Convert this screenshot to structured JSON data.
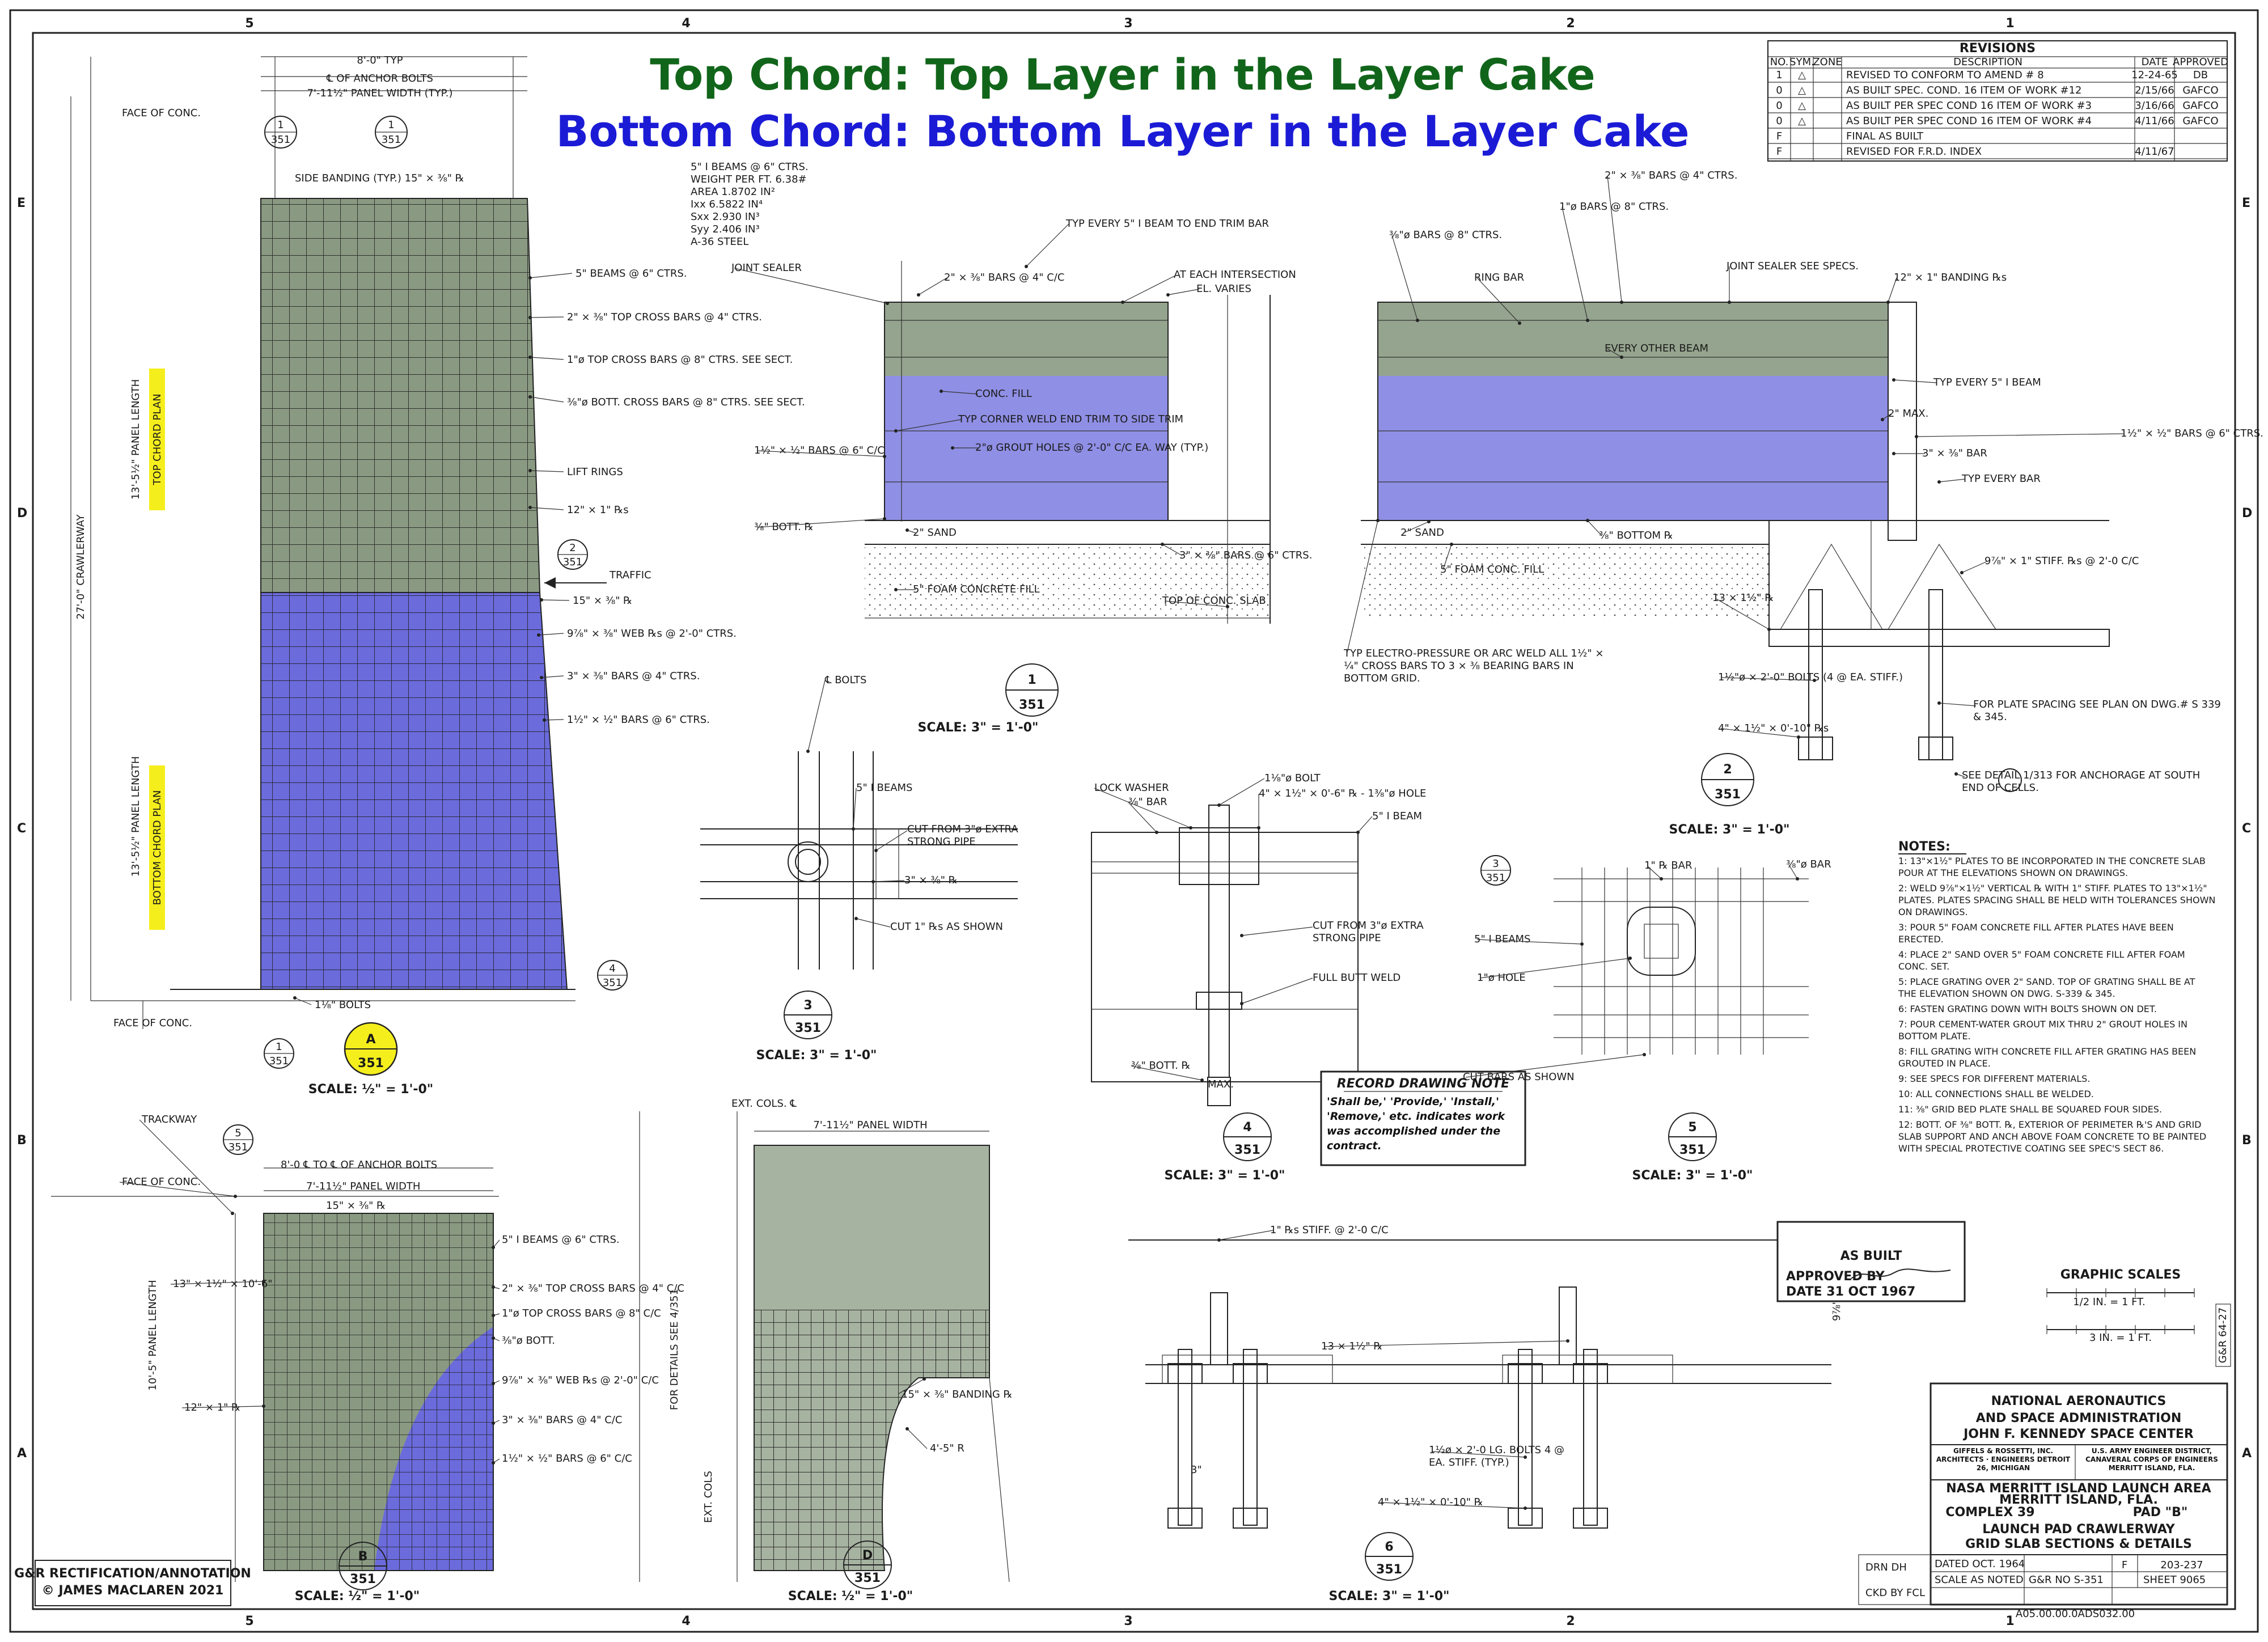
{
  "overlay_titles": {
    "top": "Top Chord: Top Layer in the Layer Cake",
    "bottom": "Bottom Chord: Bottom Layer in the Layer Cake"
  },
  "colors": {
    "top_title": "#11651a",
    "bottom_title": "#1b1bd6",
    "top_chord_fill": "#8a9a82",
    "bottom_chord_fill": "#6b6bdc",
    "highlight": "#f5ee1d",
    "linework": "#222222"
  },
  "zones": {
    "columns": [
      "5",
      "4",
      "3",
      "2",
      "1"
    ],
    "rows": [
      "E",
      "D",
      "C",
      "B",
      "A"
    ]
  },
  "revisions": {
    "title": "REVISIONS",
    "headers": [
      "NO.",
      "SYM.",
      "ZONE",
      "DESCRIPTION",
      "DATE",
      "APPROVED"
    ],
    "rows": [
      {
        "no": "1",
        "sym": "△",
        "desc": "REVISED TO CONFORM TO AMEND # 8",
        "date": "12-24-65",
        "app": "DB"
      },
      {
        "no": "0",
        "sym": "△",
        "desc": "AS BUILT SPEC. COND. 16 ITEM OF WORK #12",
        "date": "2/15/66",
        "app": "GAFCO"
      },
      {
        "no": "0",
        "sym": "△",
        "desc": "AS BUILT PER SPEC COND 16 ITEM OF WORK #3",
        "date": "3/16/66",
        "app": "GAFCO"
      },
      {
        "no": "0",
        "sym": "△",
        "desc": "AS BUILT PER SPEC COND 16 ITEM OF WORK #4",
        "date": "4/11/66",
        "app": "GAFCO"
      },
      {
        "no": "F",
        "sym": "",
        "desc": "FINAL AS BUILT",
        "date": "",
        "app": ""
      },
      {
        "no": "F",
        "sym": "",
        "desc": "REVISED FOR F.R.D. INDEX",
        "date": "4/11/67",
        "app": ""
      }
    ]
  },
  "plan_a": {
    "top_dims": [
      "8'-0\" TYP",
      "℄ OF ANCHOR BOLTS",
      "7'-11½\" PANEL WIDTH (TYP.)"
    ],
    "face_of_conc": "FACE OF CONC.",
    "side_banding": "SIDE BANDING (TYP.) 15\" × ⅜\" ℞",
    "top_chord_label": "TOP CHORD PLAN",
    "bottom_chord_label": "BOTTOM CHORD PLAN",
    "crawlerway": "27'-0\" CRAWLERWAY",
    "top_len": "13'-5½\" PANEL LENGTH",
    "bottom_len": "13'-5½\" PANEL LENGTH",
    "callouts": [
      "5\" BEAMS @ 6\" CTRS.",
      "2\" × ⅜\" TOP CROSS BARS @ 4\" CTRS.",
      "1\"ø TOP CROSS BARS @ 8\" CTRS. SEE SECT.",
      "⅜\"ø BOTT. CROSS BARS @ 8\" CTRS. SEE SECT.",
      "LIFT RINGS",
      "12\" × 1\" ℞s",
      "TRAFFIC",
      "15\" × ⅜\" ℞",
      "9⅞\" × ⅜\" WEB ℞s @ 2'-0\" CTRS.",
      "3\" × ⅜\" BARS @ 4\" CTRS.",
      "1½\" × ½\" BARS @ 6\" CTRS.",
      "1⅛\" BOLTS",
      "FACE OF CONC."
    ],
    "tag": "A",
    "tag_sheet": "351",
    "scale": "SCALE: ½\" = 1'-0\""
  },
  "section_1": {
    "beam_spec": [
      "5\" I BEAMS @ 6\" CTRS.",
      "WEIGHT PER FT. 6.38#",
      "AREA 1.8702 IN²",
      "Ixx 6.5822 IN⁴",
      "Sxx 2.930 IN³",
      "Syy 2.406 IN³",
      "A-36 STEEL"
    ],
    "callouts": [
      "JOINT SEALER",
      "TYP EVERY 5\" I BEAM TO END TRIM BAR",
      "2\" × ⅜\" BARS @ 4\" C/C",
      "AT EACH INTERSECTION",
      "EL. VARIES",
      "CONC. FILL",
      "TYP CORNER WELD END TRIM TO SIDE TRIM",
      "2\"ø GROUT HOLES @ 2'-0\" C/C EA. WAY (TYP.)",
      "1½\" × ½\" BARS @ 6\" C/C",
      "⅜\" BOTT. ℞",
      "2\" SAND",
      "3\" × ⅜\" BARS @ 6\" CTRS.",
      "5\" FOAM CONCRETE FILL",
      "TOP OF CONC. SLAB"
    ],
    "tag": "1",
    "tag_sheet": "351",
    "scale": "SCALE: 3\" = 1'-0\""
  },
  "section_2": {
    "callouts": [
      "2\" × ⅜\" BARS @ 4\" CTRS.",
      "1\"ø BARS @ 8\" CTRS.",
      "⅜\"ø BARS @ 8\" CTRS.",
      "RING BAR",
      "JOINT SEALER SEE SPECS.",
      "12\" × 1\" BANDING ℞s",
      "EVERY OTHER BEAM",
      "TYP EVERY 5\" I BEAM",
      "2\" MAX.",
      "1½\" × ½\" BARS @ 6\" CTRS.",
      "3\" × ⅜\" BAR",
      "TYP EVERY BAR",
      "2\" SAND",
      "⅜\" BOTTOM ℞",
      "5\" FOAM CONC. FILL",
      "9⅞\" × 1\" STIFF. ℞s @ 2'-0 C/C",
      "13 × 1½\" ℞",
      "TYP ELECTRO-PRESSURE OR ARC WELD ALL 1½\" × ¼\" CROSS BARS TO 3 × ⅜ BEARING BARS IN BOTTOM GRID.",
      "1½\"ø × 2'-0\" BOLTS (4 @ EA. STIFF.)",
      "4\" × 1½\" × 0'-10\" ℞s",
      "FOR PLATE SPACING SEE PLAN ON DWG.# S 339 & 345.",
      "SEE DETAIL 1/313 FOR ANCHORAGE AT SOUTH END OF CELLS."
    ],
    "tag": "2",
    "tag_sheet": "351",
    "scale": "SCALE: 3\" = 1'-0\""
  },
  "detail_3": {
    "callouts": [
      "℄ BOLTS",
      "5\" I BEAMS",
      "CUT FROM 3\"ø EXTRA STRONG PIPE",
      "3\" × ⅜\" ℞",
      "CUT 1\" ℞s AS SHOWN"
    ],
    "tag": "3",
    "tag_sheet": "351",
    "scale": "SCALE: 3\" = 1'-0\""
  },
  "detail_4": {
    "callouts": [
      "LOCK WASHER",
      "⅜\" BAR",
      "1⅛\"ø BOLT",
      "4\" × 1½\" × 0'-6\" ℞ - 1⅜\"ø HOLE",
      "5\" I BEAM",
      "CUT FROM 3\"ø EXTRA STRONG PIPE",
      "FULL BUTT WELD",
      "⅜\" BOTT. ℞",
      "MAX."
    ],
    "tag": "4",
    "tag_sheet": "351",
    "scale": "SCALE: 3\" = 1'-0\""
  },
  "record_note": {
    "title": "RECORD DRAWING NOTE",
    "body": "'Shall be,' 'Provide,' 'Install,' 'Remove,' etc. indicates work was accomplished under the contract."
  },
  "detail_5": {
    "callouts": [
      "1\" ℞ BAR",
      "⅜\"ø BAR",
      "5\" I BEAMS",
      "1\"ø HOLE",
      "CUT BARS AS SHOWN"
    ],
    "tag": "5",
    "tag_sheet": "351",
    "scale": "SCALE: 3\" = 1'-0\""
  },
  "notes": {
    "title": "NOTES:",
    "items": [
      "1: 13\"×1½\" PLATES TO BE INCORPORATED IN THE CONCRETE SLAB POUR AT THE ELEVATIONS SHOWN ON DRAWINGS.",
      "2: WELD 9⅞\"×1½\" VERTICAL ℞ WITH 1\" STIFF. PLATES TO 13\"×1½\" PLATES. PLATES SPACING SHALL BE HELD WITH TOLERANCES SHOWN ON DRAWINGS.",
      "3: POUR 5\" FOAM CONCRETE FILL AFTER PLATES HAVE BEEN ERECTED.",
      "4: PLACE 2\" SAND OVER 5\" FOAM CONCRETE FILL AFTER FOAM CONC. SET.",
      "5: PLACE GRATING OVER 2\" SAND. TOP OF GRATING SHALL BE AT THE ELEVATION SHOWN ON DWG. S-339 & 345.",
      "6: FASTEN GRATING DOWN WITH BOLTS SHOWN ON DET.",
      "7: POUR CEMENT-WATER GROUT MIX THRU 2\" GROUT HOLES IN BOTTOM PLATE.",
      "8: FILL GRATING WITH CONCRETE FILL AFTER GRATING HAS BEEN GROUTED IN PLACE.",
      "9: SEE SPECS FOR DIFFERENT MATERIALS.",
      "10: ALL CONNECTIONS SHALL BE WELDED.",
      "11: ⅜\" GRID BED PLATE SHALL BE SQUARED FOUR SIDES.",
      "12: BOTT. OF ⅜\" BOTT. ℞, EXTERIOR OF PERIMETER ℞'S AND GRID SLAB SUPPORT AND ANCH ABOVE FOAM CONCRETE TO BE PAINTED WITH SPECIAL PROTECTIVE COATING SEE SPEC'S SECT 86."
    ]
  },
  "plan_b": {
    "callouts": [
      "TRACKWAY",
      "8'-0 ℄ TO ℄ OF ANCHOR BOLTS",
      "FACE OF CONC.",
      "7'-11½\" PANEL WIDTH",
      "15\" × ⅜\" ℞",
      "5\" I BEAMS @ 6\" CTRS.",
      "2\" × ⅜\" TOP CROSS BARS @ 4\" C/C",
      "1\"ø TOP CROSS BARS @ 8\" C/C",
      "⅜\"ø BOTT.",
      "9⅞\" × ⅜\" WEB ℞s @ 2'-0\" C/C",
      "3\" × ⅜\" BARS @ 4\" C/C",
      "1½\" × ½\" BARS @ 6\" C/C",
      "13\" × 1½\" × 10'-6\"",
      "12\" × 1\" ℞"
    ],
    "panel_length": "10'-5\" PANEL LENGTH",
    "tag": "B",
    "tag_sheet": "351",
    "scale": "SCALE: ½\" = 1'-0\""
  },
  "plan_d": {
    "callouts": [
      "EXT. COLS. ℄",
      "7'-11½\" PANEL WIDTH",
      "15\" × ⅜\" BANDING ℞",
      "4'-5\" R",
      "FOR DETAILS SEE 4/351",
      "EXT. COLS"
    ],
    "tag": "D",
    "tag_sheet": "351",
    "scale": "SCALE: ½\" = 1'-0\""
  },
  "detail_6": {
    "callouts": [
      "1\" ℞s STIFF. @ 2'-0 C/C",
      "13 × 1½\" ℞",
      "1½ø × 2'-0 LG. BOLTS 4 @ EA. STIFF. (TYP.)",
      "4\" × 1½\" × 0'-10\" ℞",
      "3\"",
      "9⅞\""
    ],
    "tag": "6",
    "tag_sheet": "351",
    "scale": "SCALE: 3\" = 1'-0\""
  },
  "stamp": {
    "main": "AS BUILT",
    "approved": "APPROVED BY",
    "date": "DATE 31 OCT 1967"
  },
  "graphic_scales": {
    "title": "GRAPHIC SCALES",
    "s1": "1/2 IN. = 1 FT.",
    "s2": "3 IN. = 1 FT."
  },
  "title_block": {
    "agency1": "NATIONAL AERONAUTICS",
    "agency2": "AND SPACE ADMINISTRATION",
    "center": "JOHN F. KENNEDY SPACE CENTER",
    "firm": "GIFFELS & ROSSETTI, INC. ARCHITECTS · ENGINEERS DETROIT 26, MICHIGAN",
    "corps": "U.S. ARMY ENGINEER DISTRICT, CANAVERAL CORPS OF ENGINEERS MERRITT ISLAND, FLA.",
    "project1": "NASA MERRITT ISLAND LAUNCH AREA",
    "project2": "MERRITT ISLAND, FLA.",
    "complex": "COMPLEX 39",
    "pad": "PAD \"B\"",
    "title1": "LAUNCH PAD CRAWLERWAY",
    "title2": "GRID SLAB SECTIONS & DETAILS",
    "drawn": "DRN DH",
    "checked": "CKD BY FCL",
    "dated": "DATED OCT. 1964",
    "scale": "SCALE AS NOTED",
    "gr_no": "G&R NO S-351",
    "file_no": "203-237",
    "sheet": "SHEET 9065",
    "size": "F",
    "doc_id": "A05.00.00.0ADS032.00",
    "side_code": "G&R 64-27"
  },
  "attribution": {
    "line1": "G&R RECTIFICATION/ANNOTATION",
    "line2": "© JAMES MACLAREN 2021"
  }
}
